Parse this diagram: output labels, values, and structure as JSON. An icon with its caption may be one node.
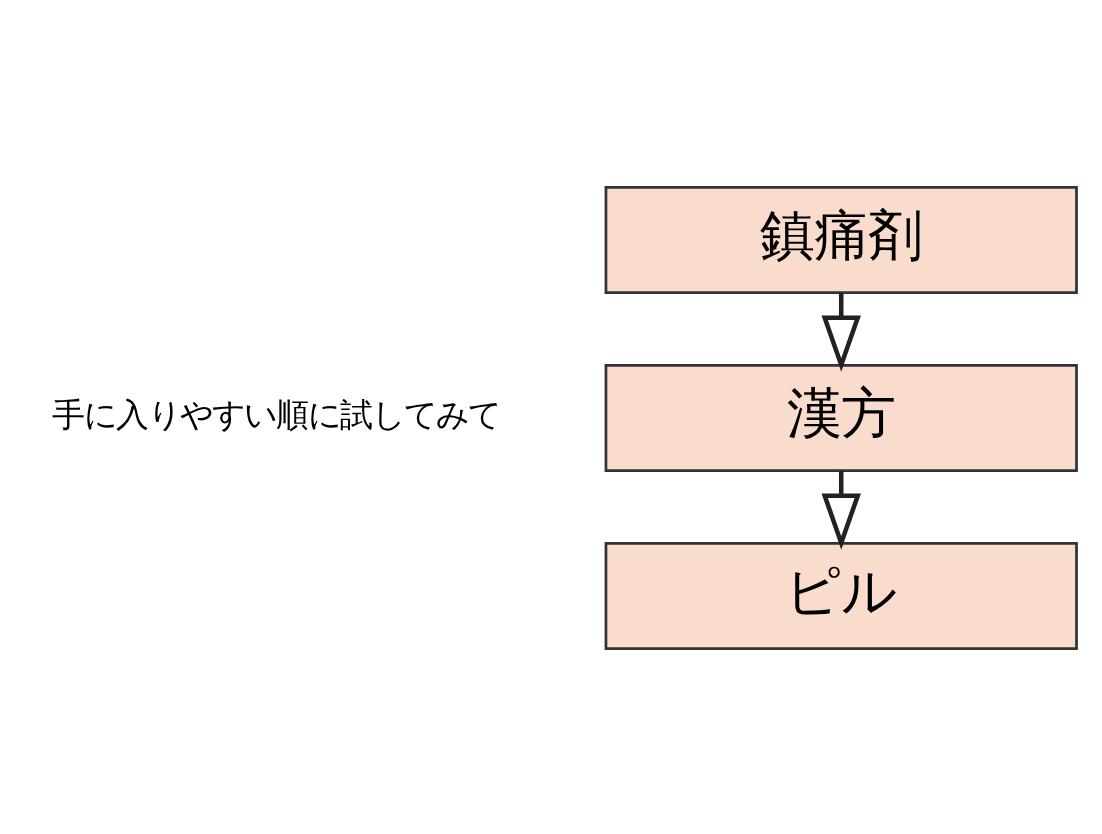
{
  "diagram": {
    "nodes": [
      {
        "text": [
          "鎮痛剤"
        ]
      },
      {
        "text": [
          "漢方"
        ]
      },
      {
        "text": [
          "ピル"
        ]
      }
    ],
    "edges": [
      {
        "from": 0,
        "to": 1,
        "arrow": "to"
      },
      {
        "from": 1,
        "to": 2,
        "arrow": "to"
      }
    ],
    "labels": [
      "手に入りやすい順に試してみて"
    ]
  }
}
